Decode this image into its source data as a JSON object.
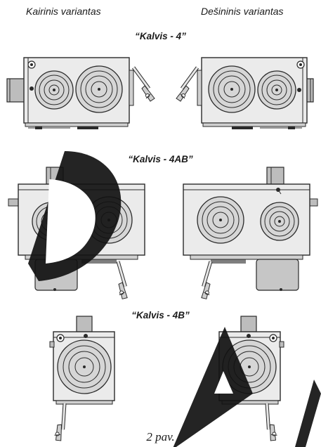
{
  "header": {
    "left_label": "Kairinis variantas",
    "right_label": "Dešininis variantas"
  },
  "sections": [
    {
      "title": "“Kalvis - 4”"
    },
    {
      "title": "“Kalvis - 4AB”"
    },
    {
      "title": "“Kalvis - 4B”"
    }
  ],
  "caption": "2 pav.",
  "colors": {
    "body_fill": "#ebebeb",
    "outline": "#2a2a2a",
    "hob_fill": "#d6d6d6",
    "flue_fill": "#bdbdbd",
    "watermark": "#111111"
  }
}
